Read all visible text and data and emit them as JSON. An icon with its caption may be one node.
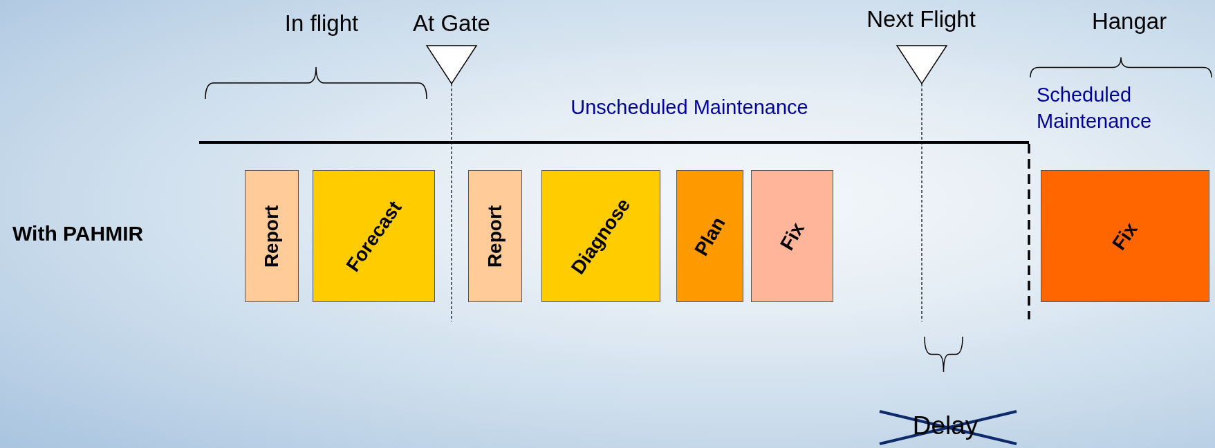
{
  "diagram": {
    "nodes": [
      {
        "text": [
          "Report"
        ]
      },
      {
        "text": [
          "Forecast"
        ]
      },
      {
        "text": [
          "Report"
        ]
      },
      {
        "text": [
          "Diagnose"
        ]
      },
      {
        "text": [
          "Plan"
        ]
      },
      {
        "text": [
          "Fix"
        ]
      },
      {
        "text": [
          "Fix"
        ]
      }
    ],
    "edges": [],
    "labels": [
      "In flight",
      "At Gate",
      "Next Flight",
      "Hangar",
      "Unscheduled Maintenance",
      "Scheduled Maintenance",
      "With PAHMIR",
      "Delay"
    ]
  }
}
